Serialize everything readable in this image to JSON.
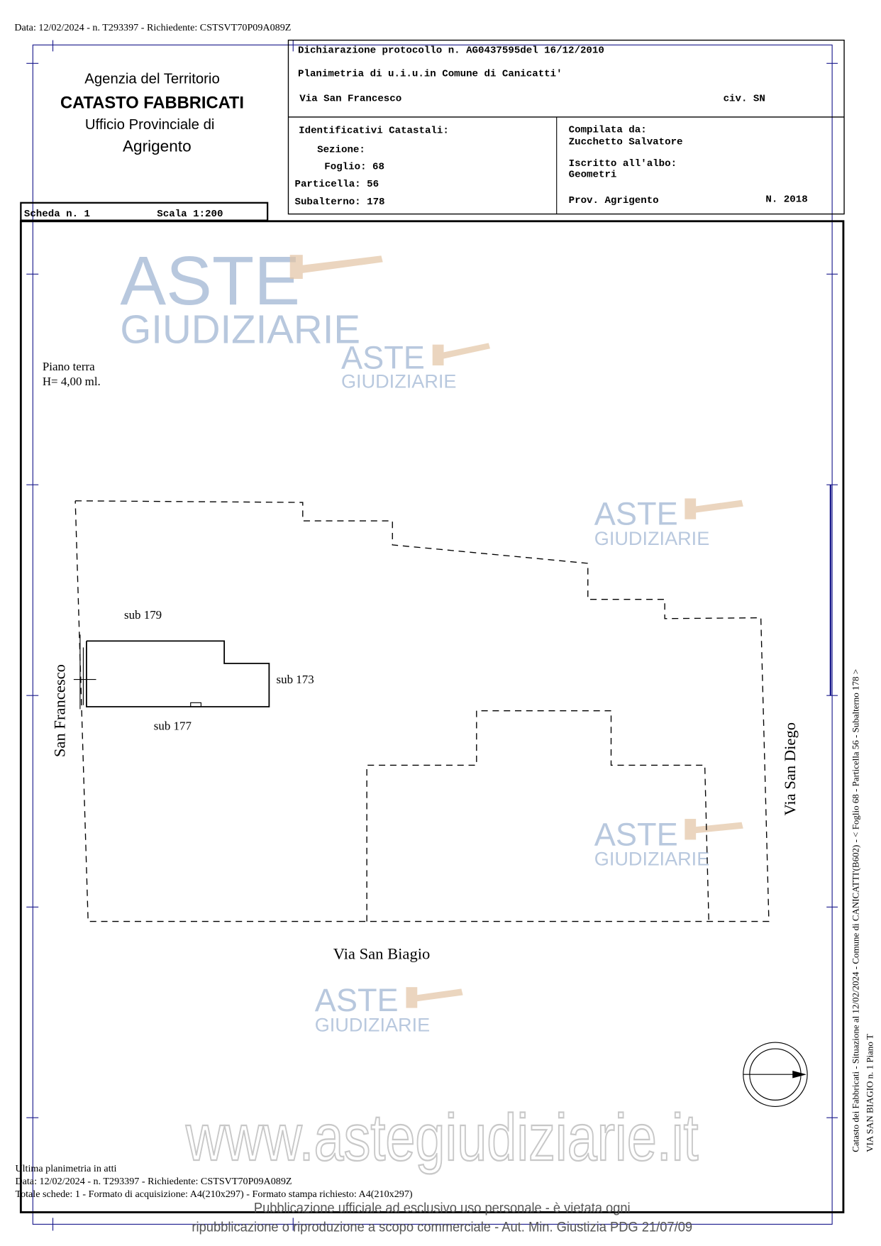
{
  "top_line": "Data: 12/02/2024 - n. T293397 - Richiedente: CSTSVT70P09A089Z",
  "agency": {
    "line1": "Agenzia del Territorio",
    "line2": "CATASTO FABBRICATI",
    "line3": "Ufficio Provinciale di",
    "line4": "Agrigento"
  },
  "header": {
    "declaration": "Dichiarazione protocollo n. AG0437595del  16/12/2010",
    "plan": "Planimetria di u.i.u.in Comune di Canicatti'",
    "street": "Via San Francesco",
    "civ": "civ. SN"
  },
  "identifiers": {
    "title": "Identificativi Catastali:",
    "sezione": "Sezione:",
    "foglio": "Foglio: 68",
    "particella": "Particella: 56",
    "subalterno": "Subalterno: 178"
  },
  "compiler": {
    "label": "Compilata da:",
    "name": "Zucchetto Salvatore",
    "albo_label": "Iscritto all'albo:",
    "albo": "Geometri",
    "prov": "Prov. Agrigento",
    "number": "N.  2018"
  },
  "sheet": {
    "scheda": "Scheda n. 1",
    "scala": "Scala 1:200"
  },
  "plan": {
    "floor": "Piano terra",
    "height": "H= 4,00 ml.",
    "labels": {
      "sub179": "sub 179",
      "sub173": "sub 173",
      "sub177": "sub 177",
      "san_francesco": "San Francesco",
      "via_san_diego": "Via San Diego",
      "via_san_biagio": "Via San Biagio"
    }
  },
  "watermark": {
    "aste": "ASTE",
    "giudiziarie": "GIUDIZIARIE",
    "site": "www.astegiudiziarie.it"
  },
  "side_text": {
    "line1": "Catasto dei Fabbricati - Situazione al 12/02/2024 - Comune di CANICATTI'(B602) - < Foglio 68 - Particella  56 - Subalterno 178 >",
    "line2": "VIA SAN BIAGIO n. 1 Piano T"
  },
  "footer": {
    "last_plan": "Ultima planimetria in atti",
    "data": "Data: 12/02/2024 - n. T293397 - Richiedente: CSTSVT70P09A089Z",
    "totale": "Totale schede: 1 - Formato di acquisizione: A4(210x297) - Formato stampa richiesto: A4(210x297)",
    "notice1": "Pubblicazione ufficiale ad esclusivo uso personale - è vietata ogni",
    "notice2": "ripubblicazione o riproduzione a scopo commerciale - Aut. Min. Giustizia PDG 21/07/09"
  }
}
